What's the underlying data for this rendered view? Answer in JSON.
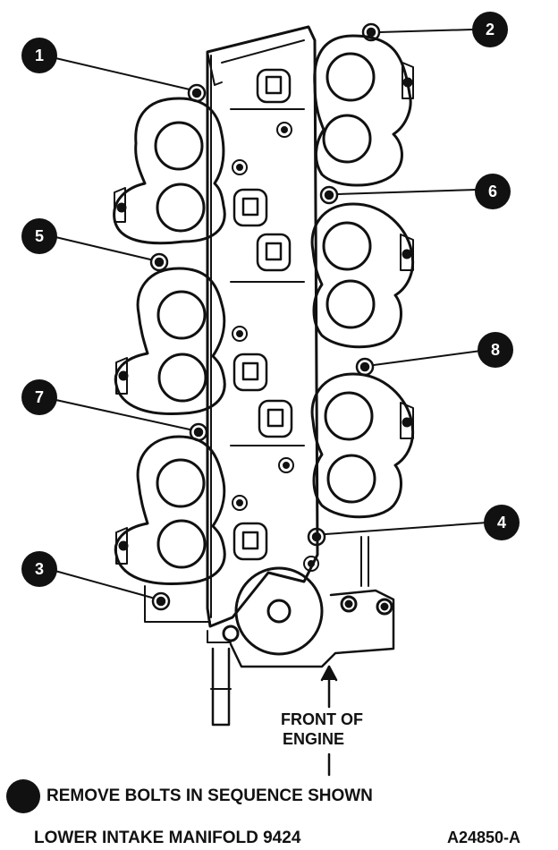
{
  "callouts": [
    "1",
    "2",
    "3",
    "4",
    "5",
    "6",
    "7",
    "8"
  ],
  "front_label_line1": "FRONT OF",
  "front_label_line2": "ENGINE",
  "legend_text": "REMOVE BOLTS IN SEQUENCE SHOWN",
  "footer_title": "LOWER INTAKE MANIFOLD 9424",
  "figure_id": "A24850-A",
  "colors": {
    "ink": "#111111",
    "paper": "#ffffff"
  }
}
